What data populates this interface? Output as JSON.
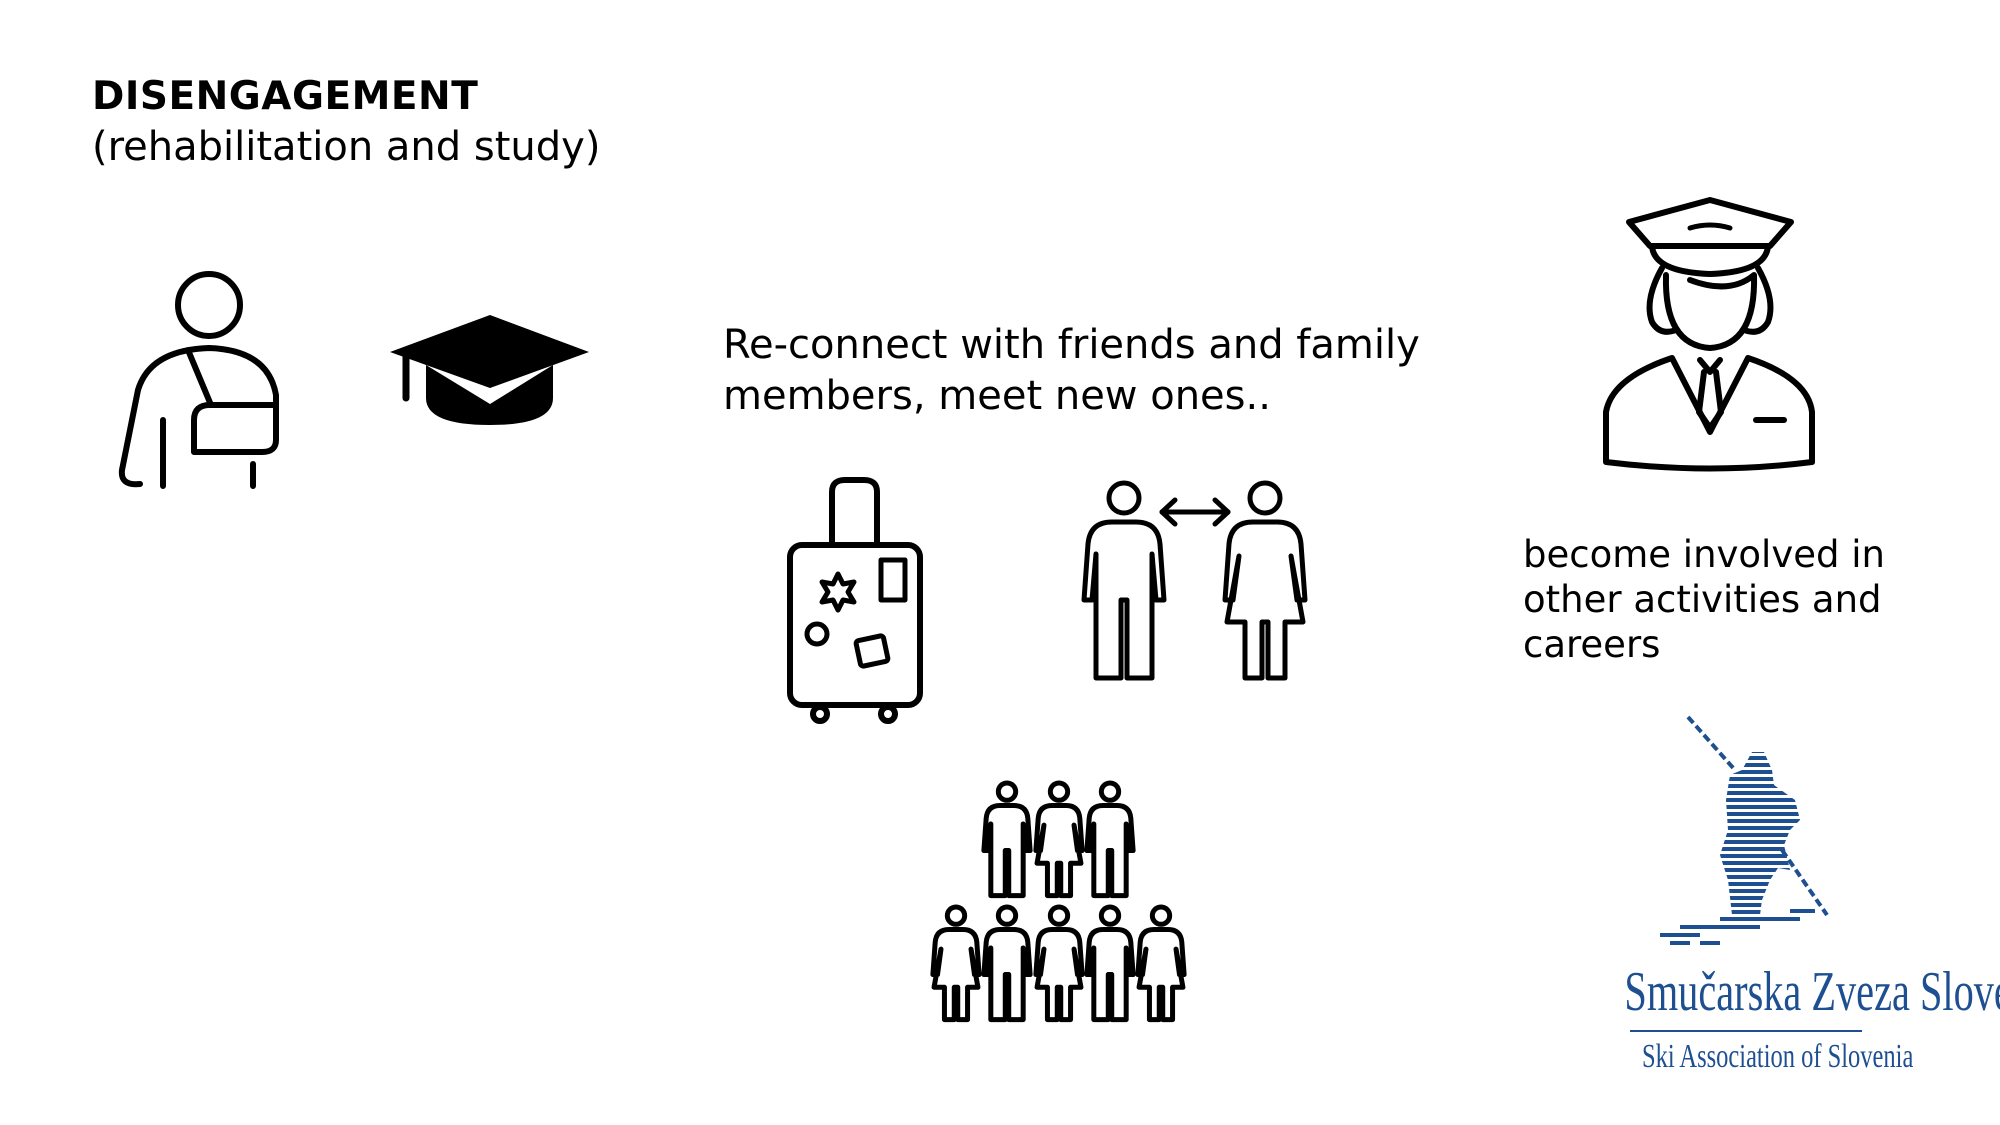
{
  "heading": {
    "title": "DISENGAGEMENT",
    "subtitle": "(rehabilitation and study)"
  },
  "reconnect": {
    "lines": [
      "Re-connect with friends and family",
      "members, meet new ones.."
    ]
  },
  "careers": {
    "lines": [
      "become involved in",
      "other activities and",
      "careers"
    ]
  },
  "logo": {
    "name": "Smučarska Zveza Slovenije",
    "subtitle": "Ski Association of Slovenia",
    "color": "#1d4f91"
  },
  "icons": [
    "injured-person-icon",
    "graduation-cap-icon",
    "suitcase-icon",
    "man-woman-connect-icon",
    "crowd-icon",
    "pilot-icon",
    "skier-logo-icon"
  ]
}
